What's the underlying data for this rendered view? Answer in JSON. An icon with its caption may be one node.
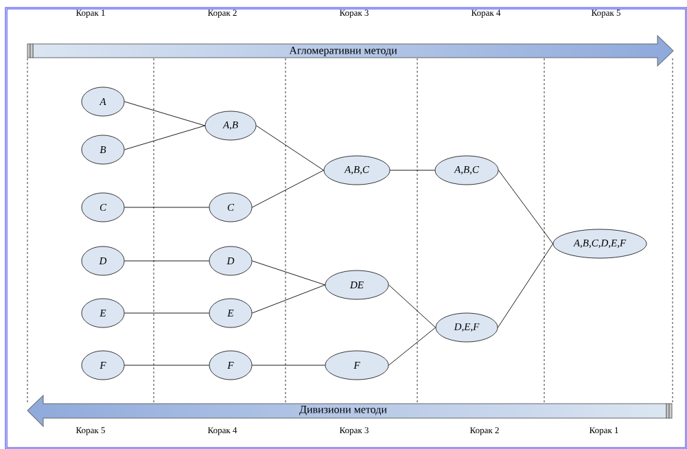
{
  "diagram": {
    "nodes": [
      {
        "text": [
          "A"
        ]
      },
      {
        "text": [
          "B"
        ]
      },
      {
        "text": [
          "C"
        ]
      },
      {
        "text": [
          "D"
        ]
      },
      {
        "text": [
          "E"
        ]
      },
      {
        "text": [
          "F"
        ]
      },
      {
        "text": [
          "A,B"
        ]
      },
      {
        "text": [
          "C"
        ]
      },
      {
        "text": [
          "D"
        ]
      },
      {
        "text": [
          "E"
        ]
      },
      {
        "text": [
          "F"
        ]
      },
      {
        "text": [
          "A,B,C"
        ]
      },
      {
        "text": [
          "DE"
        ]
      },
      {
        "text": [
          "F"
        ]
      },
      {
        "text": [
          "A,B,C"
        ]
      },
      {
        "text": [
          "D,E,F"
        ]
      },
      {
        "text": [
          "A,B,C,D,E,F"
        ]
      }
    ],
    "edges": [
      {
        "from": 0,
        "to": 6,
        "arrow": "none"
      },
      {
        "from": 1,
        "to": 6,
        "arrow": "none"
      },
      {
        "from": 2,
        "to": 7,
        "arrow": "none"
      },
      {
        "from": 3,
        "to": 8,
        "arrow": "none"
      },
      {
        "from": 4,
        "to": 9,
        "arrow": "none"
      },
      {
        "from": 5,
        "to": 10,
        "arrow": "none"
      },
      {
        "from": 6,
        "to": 11,
        "arrow": "none"
      },
      {
        "from": 7,
        "to": 11,
        "arrow": "none"
      },
      {
        "from": 8,
        "to": 12,
        "arrow": "none"
      },
      {
        "from": 9,
        "to": 12,
        "arrow": "none"
      },
      {
        "from": 10,
        "to": 13,
        "arrow": "none"
      },
      {
        "from": 11,
        "to": 14,
        "arrow": "none"
      },
      {
        "from": 12,
        "to": 15,
        "arrow": "none"
      },
      {
        "from": 13,
        "to": 15,
        "arrow": "none"
      },
      {
        "from": 14,
        "to": 16,
        "arrow": "none"
      },
      {
        "from": 15,
        "to": 16,
        "arrow": "none"
      }
    ],
    "labels": [
      "Корак 1",
      "Корак 2",
      "Корак 3",
      "Корак 4",
      "Корак 5",
      "Агломеративни методи",
      "Дивизиони методи",
      "Корак 5",
      "Корак 4",
      "Корак 3",
      "Корак 2",
      "Корак 1"
    ]
  }
}
